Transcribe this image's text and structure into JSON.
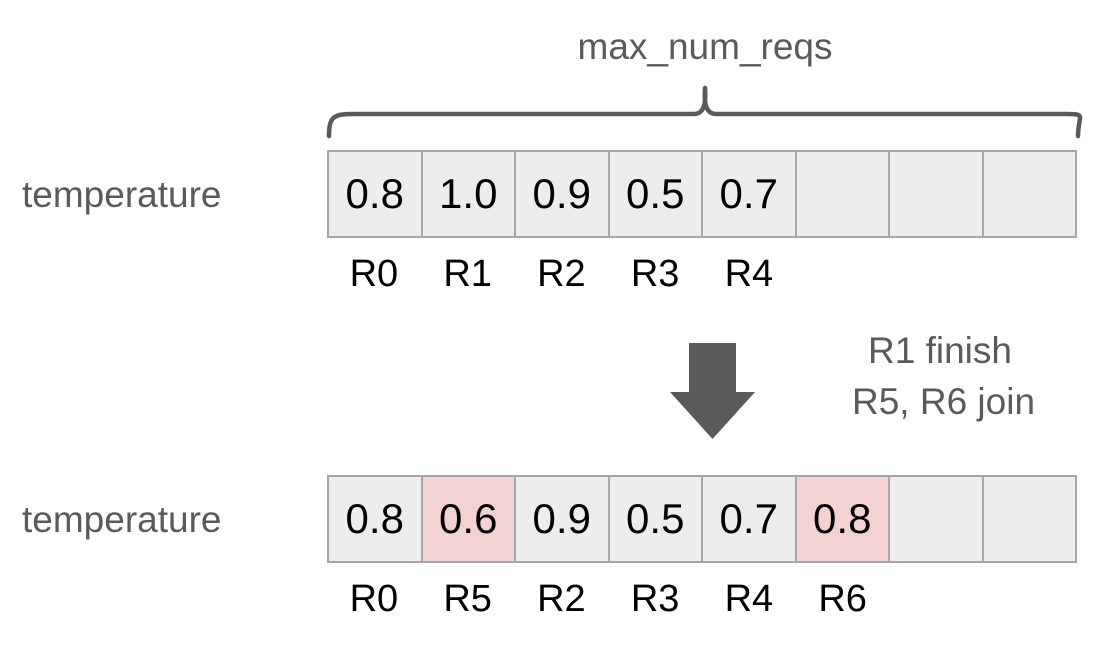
{
  "diagram": {
    "brace_title": "max_num_reqs",
    "accent_gray": "#5a5a5a",
    "cell_fill": "#ededed",
    "cell_border": "#a6a6a6",
    "highlight_fill": "#f2d3d1",
    "arrow_fill": "#5a5a5a"
  },
  "top_row": {
    "label": "temperature",
    "cells": [
      {
        "value": "0.8",
        "highlight": false
      },
      {
        "value": "1.0",
        "highlight": false
      },
      {
        "value": "0.9",
        "highlight": false
      },
      {
        "value": "0.5",
        "highlight": false
      },
      {
        "value": "0.7",
        "highlight": false
      },
      {
        "value": "",
        "highlight": false
      },
      {
        "value": "",
        "highlight": false
      },
      {
        "value": "",
        "highlight": false
      }
    ],
    "ids": [
      "R0",
      "R1",
      "R2",
      "R3",
      "R4",
      "",
      "",
      ""
    ]
  },
  "transition": {
    "arrow": "down-arrow",
    "note_line1": "R1 finish",
    "note_line2": "R5, R6 join"
  },
  "bottom_row": {
    "label": "temperature",
    "cells": [
      {
        "value": "0.8",
        "highlight": false
      },
      {
        "value": "0.6",
        "highlight": true
      },
      {
        "value": "0.9",
        "highlight": false
      },
      {
        "value": "0.5",
        "highlight": false
      },
      {
        "value": "0.7",
        "highlight": false
      },
      {
        "value": "0.8",
        "highlight": true
      },
      {
        "value": "",
        "highlight": false
      },
      {
        "value": "",
        "highlight": false
      }
    ],
    "ids": [
      "R0",
      "R5",
      "R2",
      "R3",
      "R4",
      "R6",
      "",
      ""
    ]
  }
}
